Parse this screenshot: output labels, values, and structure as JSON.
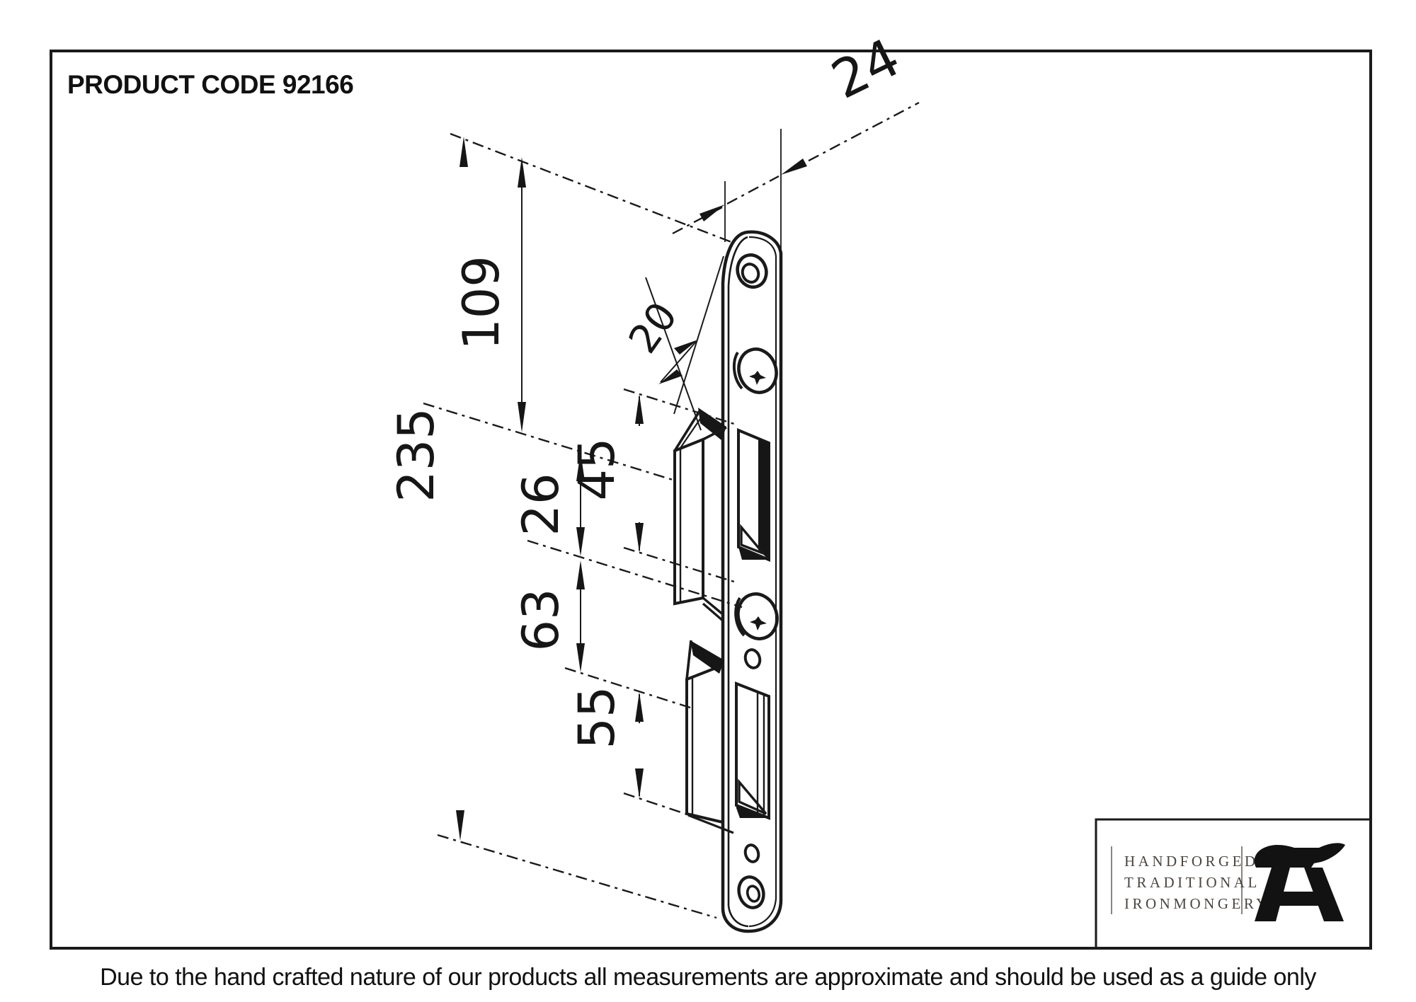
{
  "title": {
    "product_code": "PRODUCT CODE 92166"
  },
  "drawing": {
    "description": "Isometric technical drawing of a bent strike plate / lock keep with dimension callouts in millimetres",
    "dimensions": {
      "plate_width": "24",
      "lip_depth": "20",
      "overall_length": "235",
      "top_to_latch": "109",
      "latch_lip_height": "26",
      "latch_cutout": "45",
      "latch_to_deadbolt": "63",
      "deadbolt_cutout": "55"
    }
  },
  "logo": {
    "line1": "HANDFORGED",
    "line2": "TRADITIONAL",
    "line3": "IRONMONGERY",
    "icon": "anvil-icon"
  },
  "footer": {
    "disclaimer": "Due to the hand crafted nature of our products all measurements are approximate and should be used as a guide only"
  },
  "colors": {
    "ink": "#1a1a1a",
    "logo_text": "#4b4540",
    "background": "#ffffff"
  }
}
